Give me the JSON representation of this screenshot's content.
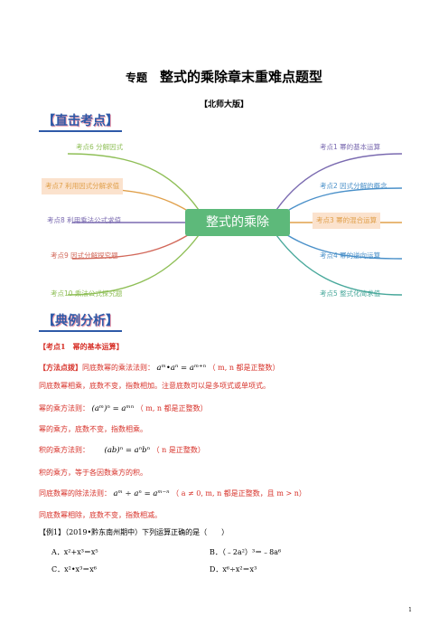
{
  "header": {
    "prefix": "专题",
    "title": "整式的乘除章末重难点题型",
    "edition": "【北师大版】"
  },
  "banners": {
    "section1": "【直击考点】",
    "section2": "【典例分析】"
  },
  "mindmap": {
    "center": "整式的乘除",
    "left": [
      {
        "label": "考点6 分解因式",
        "color": "#8fbf57"
      },
      {
        "label": "考点7 利用因式分解求值",
        "color": "#e0a04b"
      },
      {
        "label": "考点8 利用乘法公式求值",
        "color": "#7a6ab0"
      },
      {
        "label": "考点9 因式分解探究题",
        "color": "#d2685a"
      },
      {
        "label": "考点10 乘法公式探究题",
        "color": "#8fbf57"
      }
    ],
    "right": [
      {
        "label": "考点1 幂的基本运算",
        "color": "#7a6ab0"
      },
      {
        "label": "考点2 因式分解的概念",
        "color": "#4a90c9"
      },
      {
        "label": "考点3 幂的混合运算",
        "color": "#e0a04b"
      },
      {
        "label": "考点4 幂的逆向运算",
        "color": "#4a90c9"
      },
      {
        "label": "考点5 整式化简求值",
        "color": "#48a89b"
      }
    ]
  },
  "content": {
    "topic1": "【考点1　幂的基本运算】",
    "method_tag": "【方法点拨】",
    "mult_rule_text": "同底数幂的乘法法则：",
    "mult_formula": "aᵐ•aⁿ = aᵐ⁺ⁿ",
    "mult_cond": "（ m, n 都是正整数）",
    "mult_desc": "同底数幂相乘，底数不变，指数相加。注意底数可以是多项式或单项式。",
    "power_rule_text": "幂的乘方法则：",
    "power_formula": "(aᵐ)ⁿ = aᵐⁿ",
    "power_cond": "（ m, n 都是正整数）",
    "power_desc": "幂的乘方，底数不变，指数相乘。",
    "product_rule_text": "积的乘方法则：",
    "product_formula": "(ab)ⁿ = aⁿbⁿ",
    "product_cond": "（ n 是正整数）",
    "product_desc": "积的乘方，等于各因数乘方的积。",
    "div_rule_text": "同底数幂的除法法则：",
    "div_formula": "aᵐ ÷ aⁿ = aᵐ⁻ⁿ",
    "div_cond": "（ a ≠ 0, m, n 都是正整数，且 m > n）",
    "div_desc": "同底数幂相除，底数不变，指数相减。",
    "example": "【例1】（2019•黔东南州期中）下列运算正确的是（　　）",
    "options": {
      "A": "A．x²+x³＝x⁵",
      "B": "B．（﹣2a²）³＝﹣8a⁶",
      "C": "C．x²•x³＝x⁶",
      "D": "D．x⁶÷x²＝x³"
    }
  },
  "page_number": "1"
}
